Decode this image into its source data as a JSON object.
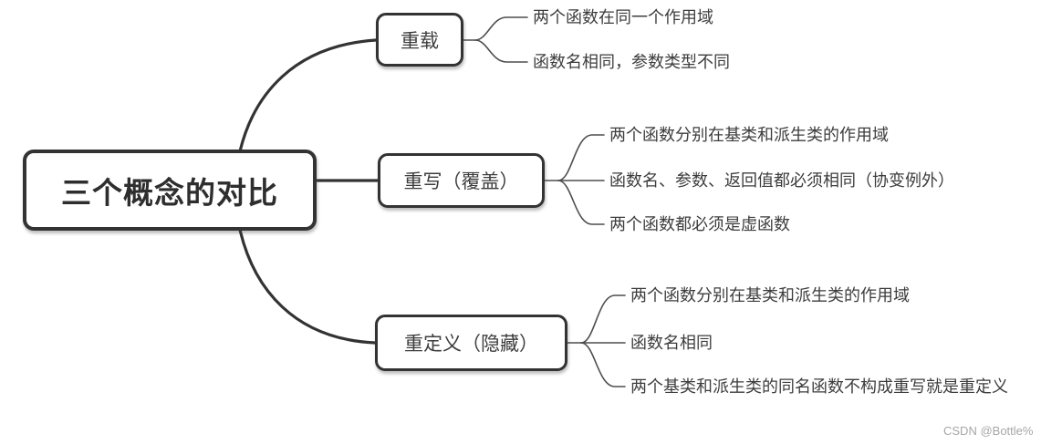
{
  "root": {
    "label": "三个概念的对比"
  },
  "branches": [
    {
      "label": "重载",
      "leaves": [
        "两个函数在同一个作用域",
        "函数名相同，参数类型不同"
      ]
    },
    {
      "label": "重写（覆盖）",
      "leaves": [
        "两个函数分别在基类和派生类的作用域",
        "函数名、参数、返回值都必须相同（协变例外）",
        "两个函数都必须是虚函数"
      ]
    },
    {
      "label": "重定义（隐藏）",
      "leaves": [
        "两个函数分别在基类和派生类的作用域",
        "函数名相同",
        "两个基类和派生类的同名函数不构成重写就是重定义"
      ]
    }
  ],
  "watermark": "CSDN @Bottle%",
  "colors": {
    "background": "#ffffff",
    "node_border": "#333333",
    "root_text": "#2e2e2e",
    "node_text": "#3d3d3d",
    "leaf_text": "#3d3d3d",
    "connector_thick": "#333333",
    "connector_thin": "#4d4d4d",
    "watermark_text": "#a6a6a6"
  }
}
